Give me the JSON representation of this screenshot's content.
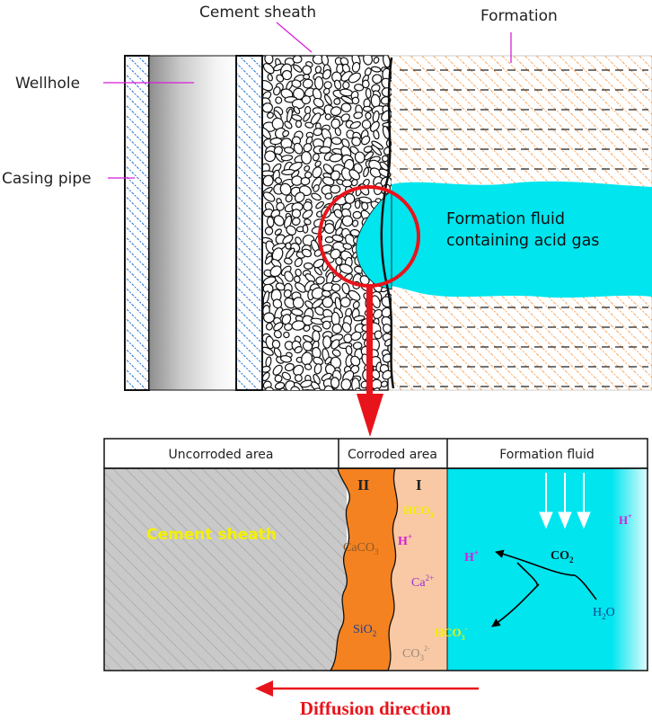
{
  "labels": {
    "cement_sheath": "Cement sheath",
    "formation": "Formation",
    "wellhole": "Wellhole",
    "casing_pipe": "Casing pipe",
    "formation_fluid": "Formation fluid",
    "containing_acid_gas": "containing acid gas"
  },
  "table": {
    "uncorroded": "Uncorroded area",
    "corroded": "Corroded area",
    "formation_fluid": "Formation fluid"
  },
  "zones": {
    "zone_ii": "II",
    "zone_i": "I"
  },
  "species": {
    "cement_sheath": "Cement sheath",
    "caco3": "CaCO",
    "sio2": "SiO",
    "hco3_zone": "HCO",
    "h_zone": "H",
    "ca2": "Ca",
    "co3": "CO",
    "h_fluid_right": "H",
    "co2": "CO",
    "h_fluid": "H",
    "h2o": "H",
    "hco3_fluid": "HCO"
  },
  "sub_sup": {
    "three": "3",
    "two": "2",
    "plus": "+",
    "two_plus": "2+",
    "minus": "-",
    "two_minus": "2-",
    "o": "O"
  },
  "arrow_label": "Diffusion direction",
  "colors": {
    "cyan": "#00e5ee",
    "orange": "#f58220",
    "peach": "#f8c9a4",
    "red": "#e8141b",
    "blue_hatch": "#1f6fd1",
    "yellow": "#f4f000",
    "magenta": "#d81fd8",
    "purple": "#9b30d8",
    "dark_blue": "#1a3f8f"
  }
}
